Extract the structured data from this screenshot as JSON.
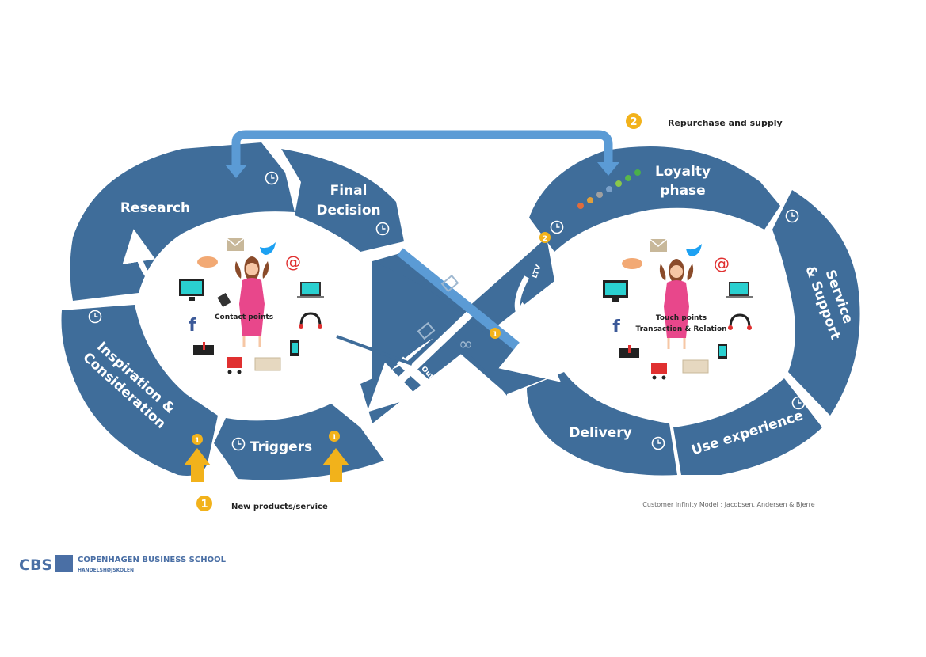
{
  "colors": {
    "segment": "#3f6d9a",
    "blue_arrow": "#5b9bd5",
    "badge": "#f2b21b",
    "arrow_yellow": "#f2b21b",
    "woman_dress": "#e8478b",
    "woman_hair": "#8a4b2a",
    "cbs": "#4a6fa5"
  },
  "left_loop": {
    "segments": {
      "research": "Research",
      "final_decision_1": "Final",
      "final_decision_2": "Decision",
      "inspiration_1": "Inspiration &",
      "inspiration_2": "Consideration",
      "triggers": "Triggers"
    },
    "center_label": "Contact points"
  },
  "right_loop": {
    "segments": {
      "loyalty_1": "Loyalty",
      "loyalty_2": "phase",
      "service_1": "Service",
      "service_2": "& Support",
      "use_experience": "Use experience",
      "delivery": "Delivery"
    },
    "center_label_1": "Touch points",
    "center_label_2": "Transaction & Relation"
  },
  "crossing": {
    "ltv": "LTV",
    "out_of_market": "Out of Market",
    "badge_1": "1",
    "badge_2": "2"
  },
  "legend": {
    "item1_num": "1",
    "item1_label": "New products/service",
    "item2_num": "2",
    "item2_label": "Repurchase and supply",
    "credit": "Customer Infinity Model : Jacobsen, Andersen & Bjerre"
  },
  "logo": {
    "cbs": "CBS",
    "name": "COPENHAGEN BUSINESS SCHOOL",
    "sub": "HANDELSHØJSKOLEN"
  },
  "icons": [
    "clock-icon",
    "handshake-icon",
    "envelope-icon",
    "twitter-icon",
    "at-icon",
    "monitor-icon",
    "laptop-icon",
    "facebook-icon",
    "headset-icon",
    "phone-icon",
    "mailbox-icon",
    "cart-icon",
    "letter-icon",
    "infinity-icon"
  ]
}
